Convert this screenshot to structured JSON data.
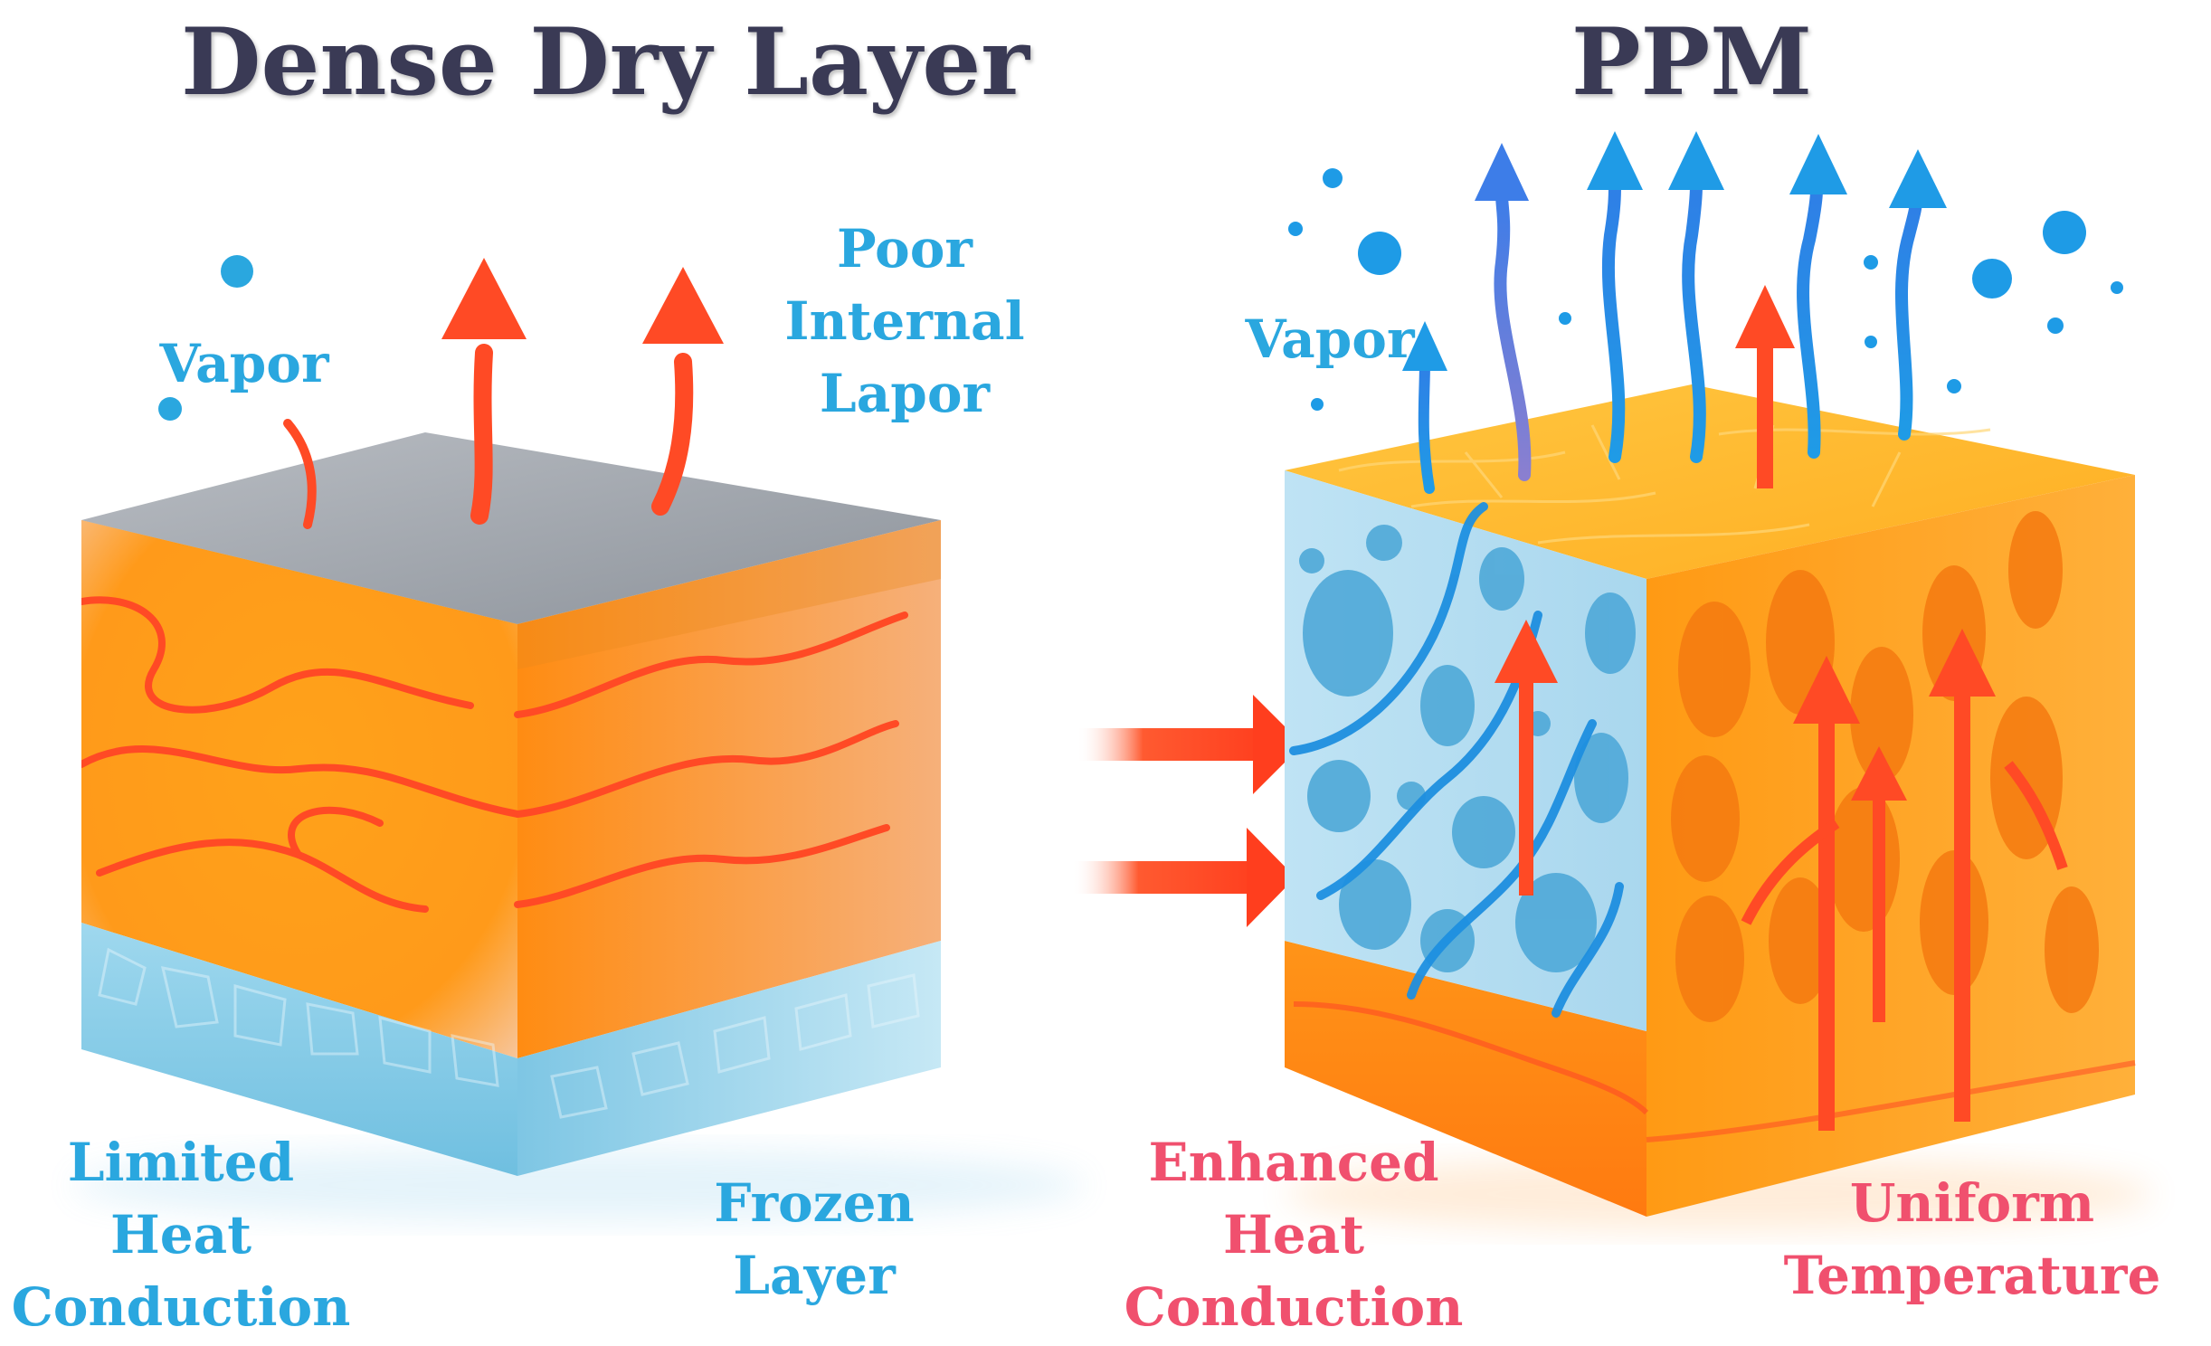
{
  "left_panel": {
    "title": "Dense Dry Layer",
    "vapor_label": "Vapor",
    "top_right_label": [
      "Poor",
      "Internal",
      "Lapor"
    ],
    "bottom_left_label": [
      "Limited",
      "Heat",
      "Conduction"
    ],
    "bottom_right_label": [
      "Frozen",
      "Layer"
    ]
  },
  "right_panel": {
    "title": "PPM",
    "vapor_label": "Vapor",
    "bottom_left_label": [
      "Enhanced",
      "Heat",
      "Conduction"
    ],
    "bottom_right_label": [
      "Uniform",
      "Temperature"
    ]
  },
  "colors": {
    "title": "#3a3a55",
    "blue_label": "#2aa7df",
    "red_label": "#f0506e",
    "heat_orange": "#ff9a1a",
    "arrow_red": "#ff4a25",
    "frozen_blue": "#8fd0ea",
    "dry_gray": "#9aa0a8",
    "vapor_blue": "#1e9be6"
  }
}
